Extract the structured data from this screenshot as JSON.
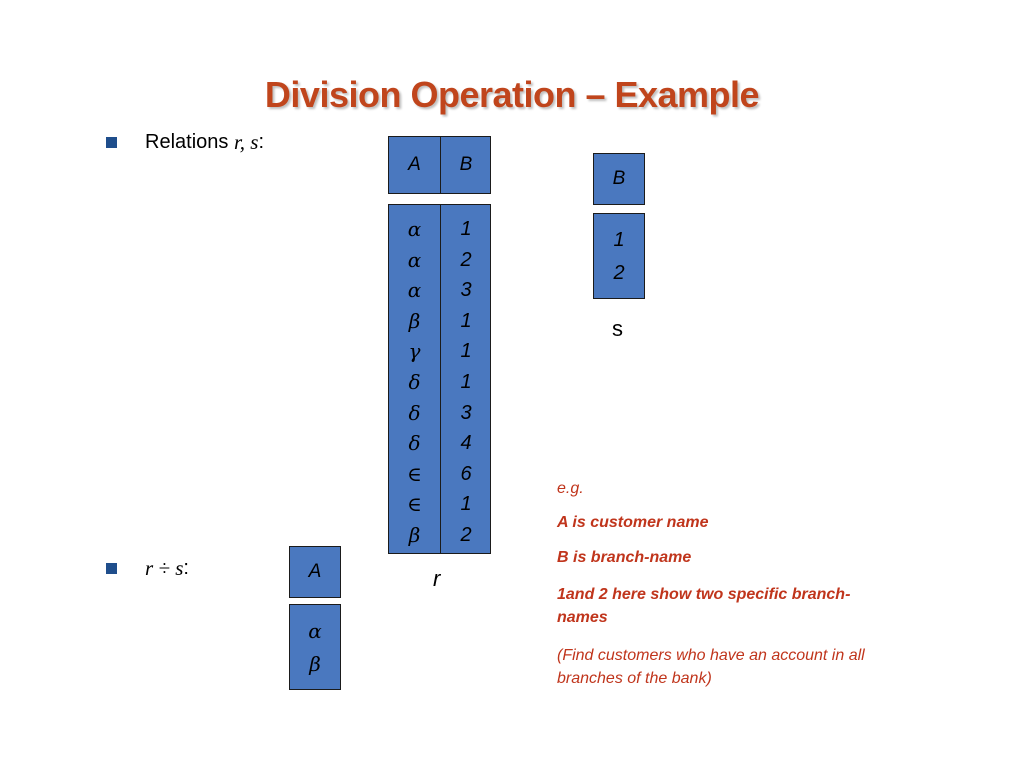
{
  "title": "Division Operation – Example",
  "bullets": {
    "relations_prefix": "Relations ",
    "relations_vars": "r, s",
    "relations_suffix": ":",
    "division_expr": "r ÷ s",
    "division_suffix": ":"
  },
  "relation_r": {
    "name": "r",
    "headers": [
      "A",
      "B"
    ],
    "rows": [
      [
        "α",
        "1"
      ],
      [
        "α",
        "2"
      ],
      [
        "α",
        "3"
      ],
      [
        "β",
        "1"
      ],
      [
        "γ",
        "1"
      ],
      [
        "δ",
        "1"
      ],
      [
        "δ",
        "3"
      ],
      [
        "δ",
        "4"
      ],
      [
        "∈",
        "6"
      ],
      [
        "∈",
        "1"
      ],
      [
        "β",
        "2"
      ]
    ]
  },
  "relation_s": {
    "name": "s",
    "header": "B",
    "values": [
      "1",
      "2"
    ]
  },
  "result": {
    "header": "A",
    "values": [
      "α",
      "β"
    ]
  },
  "notes": {
    "eg": "e.g.",
    "line1": "A is customer name",
    "line2": "B is branch-name",
    "line3a": "1and 2 here show two specific branch-",
    "line3b": "names",
    "line4a": "(Find customers who have an account in all",
    "line4b": "branches of the bank)"
  },
  "colors": {
    "title": "#c0451c",
    "cell_fill": "#4a78bf",
    "bullet": "#1f4e8c",
    "note": "#c0351c"
  }
}
